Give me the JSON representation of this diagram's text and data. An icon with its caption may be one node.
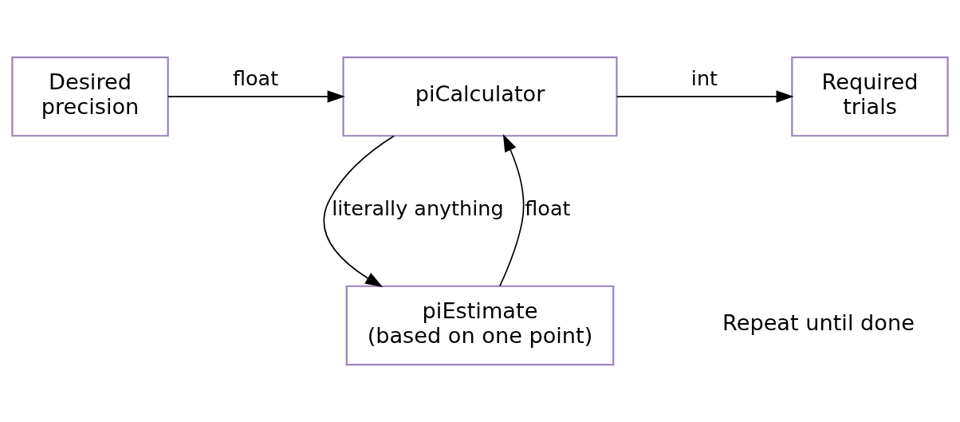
{
  "diagram": {
    "nodes": [
      {
        "text": [
          "Desired precision"
        ]
      },
      {
        "text": [
          "piCalculator"
        ]
      },
      {
        "text": [
          "Required trials"
        ]
      },
      {
        "text": [
          "piEstimate (based on one point)"
        ]
      }
    ],
    "edges": [
      {
        "from": 0,
        "to": 1,
        "arrow": "to",
        "label": "float"
      },
      {
        "from": 1,
        "to": 2,
        "arrow": "to",
        "label": "int"
      },
      {
        "from": 1,
        "to": 3,
        "arrow": "to",
        "label": "literally anything"
      },
      {
        "from": 3,
        "to": 1,
        "arrow": "to",
        "label": "float"
      }
    ],
    "labels": [
      "Repeat until done"
    ]
  }
}
